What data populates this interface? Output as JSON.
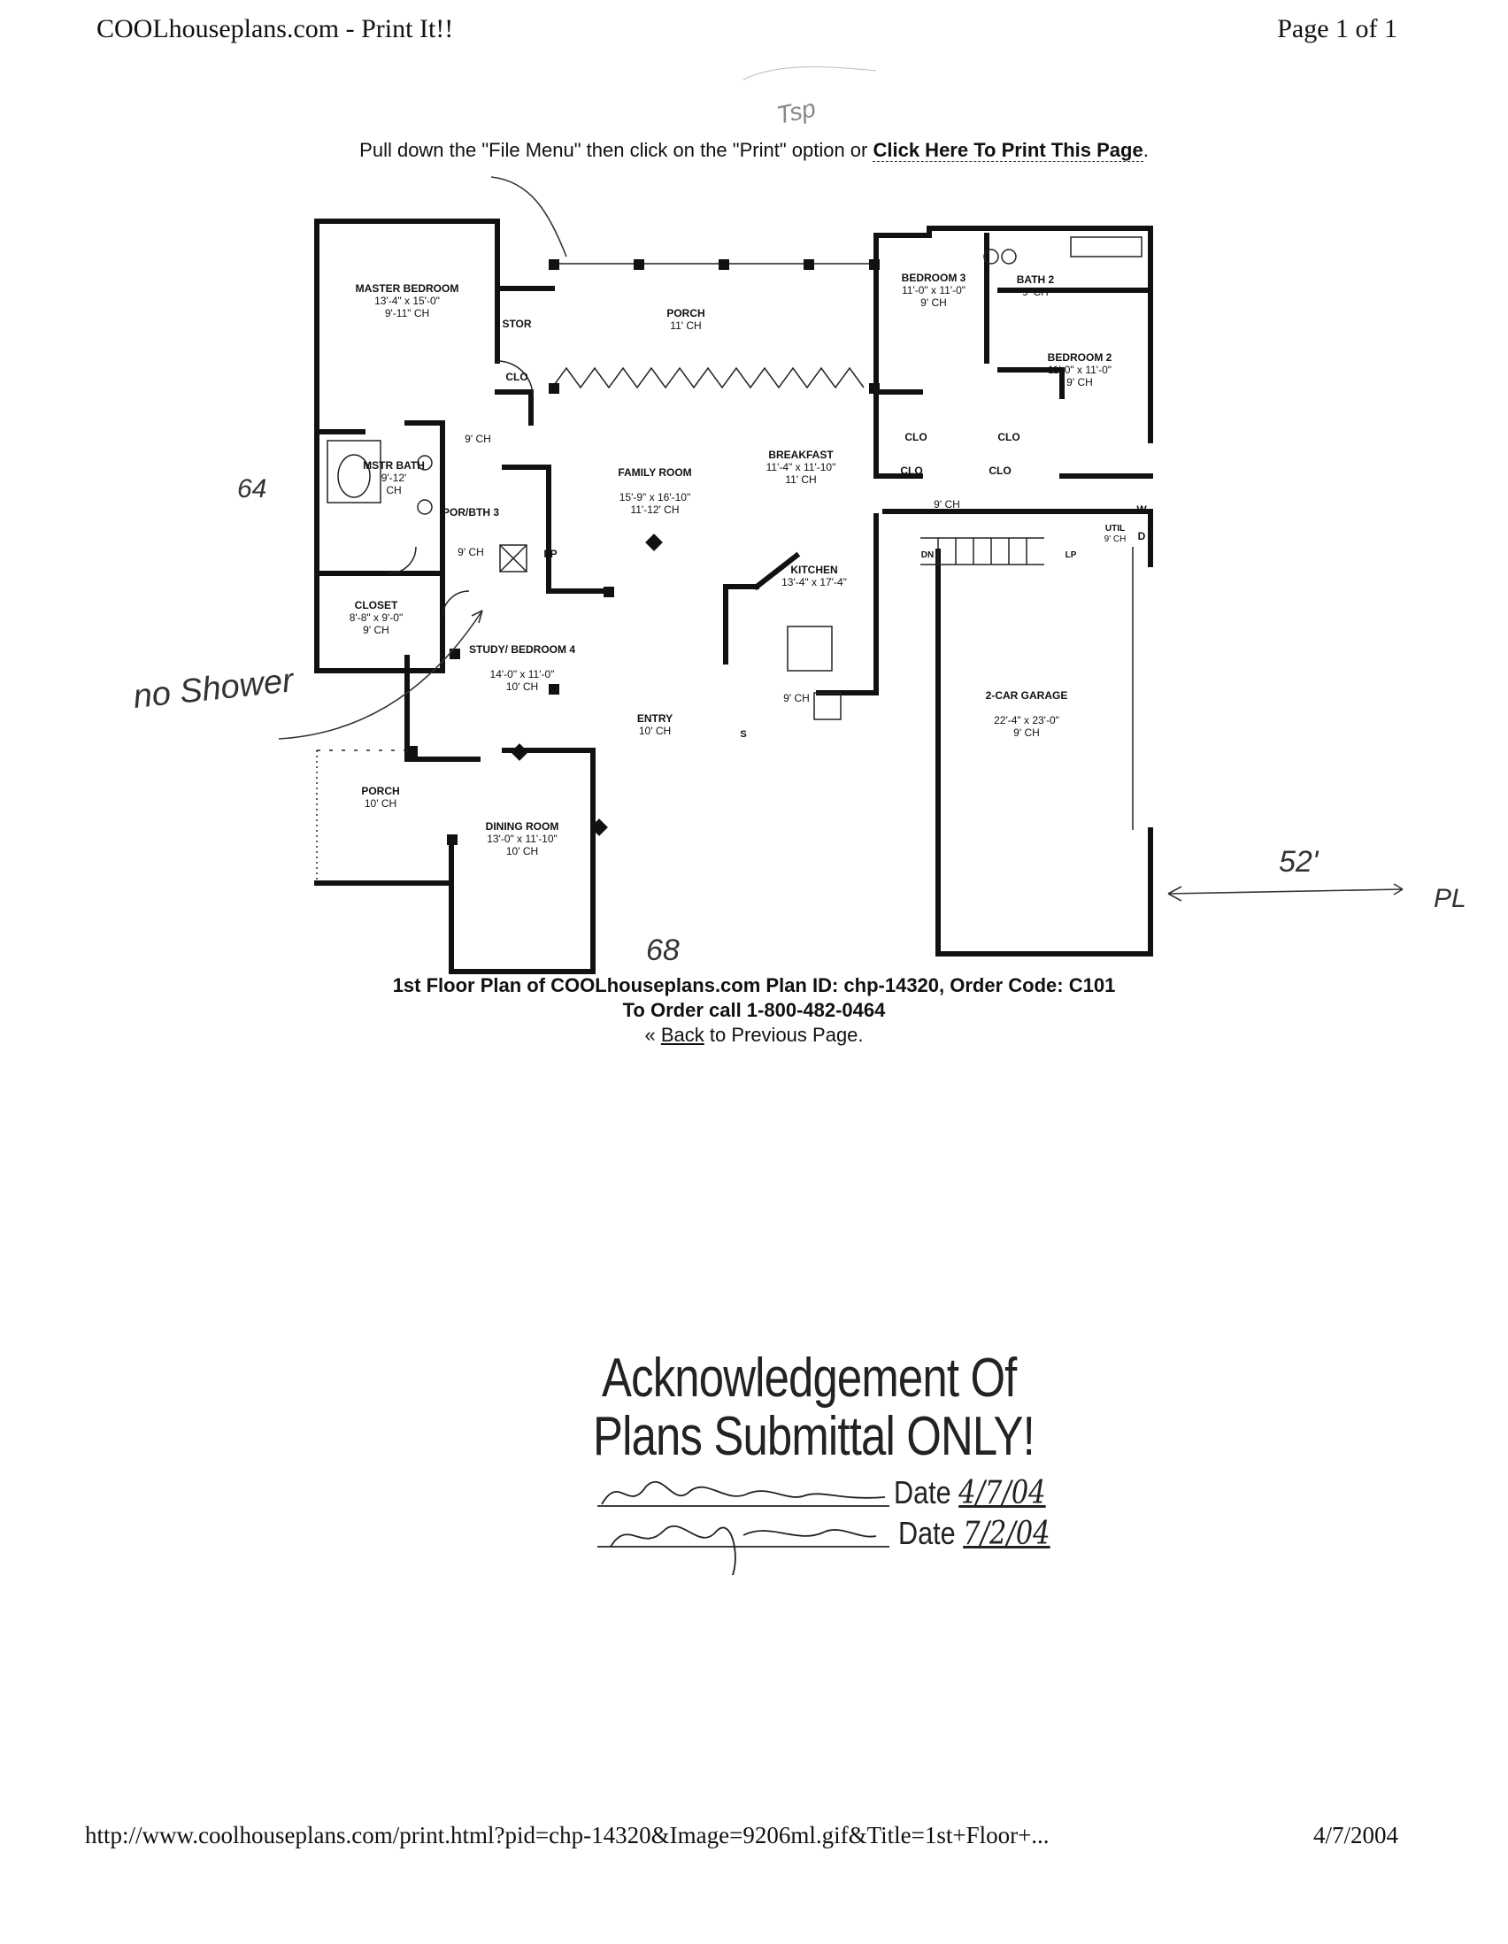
{
  "header": {
    "site_title": "COOLhouseplans.com - Print It!!",
    "page_indicator": "Page 1 of 1"
  },
  "instruction": {
    "prefix": "Pull down the \"File Menu\" then click on the \"Print\" option or ",
    "link_text": "Click Here To Print This Page",
    "suffix": "."
  },
  "floor_plan": {
    "rooms": [
      {
        "name": "MASTER BEDROOM",
        "size": "13'-4\" x 15'-0\"",
        "ceiling": "9'-11\" CH"
      },
      {
        "name": "STOR"
      },
      {
        "name": "PORCH",
        "ceiling": "11' CH"
      },
      {
        "name": "BEDROOM 3",
        "size": "11'-0\" x 11'-0\"",
        "ceiling": "9' CH"
      },
      {
        "name": "BATH 2",
        "ceiling": "9' CH"
      },
      {
        "name": "BEDROOM 2",
        "size": "11'-0\" x 11'-0\"",
        "ceiling": "9' CH"
      },
      {
        "name": "MSTR BATH",
        "size": "9'-12'",
        "ceiling": "CH"
      },
      {
        "name": "FAMILY ROOM",
        "size": "15'-9\" x 16'-10\"",
        "ceiling": "11'-12' CH"
      },
      {
        "name": "BREAKFAST",
        "size": "11'-4\" x 11'-10\"",
        "ceiling": "11' CH"
      },
      {
        "name": "POR/BTH 3",
        "ceiling": "9' CH"
      },
      {
        "name": "CLOSET",
        "size": "8'-8\" x 9'-0\"",
        "ceiling": "9' CH"
      },
      {
        "name": "STUDY/ BEDROOM 4",
        "size": "14'-0\" x 11'-0\"",
        "ceiling": "10' CH"
      },
      {
        "name": "KITCHEN",
        "size": "13'-4\" x 17'-4\"",
        "ceiling": "9' CH"
      },
      {
        "name": "2-CAR GARAGE",
        "size": "22'-4\" x 23'-0\"",
        "ceiling": "9' CH"
      },
      {
        "name": "ENTRY",
        "ceiling": "10' CH"
      },
      {
        "name": "PORCH",
        "ceiling": "10' CH"
      },
      {
        "name": "DINING ROOM",
        "size": "13'-0\" x 11'-10\"",
        "ceiling": "10' CH"
      },
      {
        "name": "UTIL",
        "ceiling": "9' CH"
      }
    ],
    "labels": {
      "clo": "CLO",
      "hall_ch": "9' CH",
      "hall_ch2": "9' CH",
      "fp": "FP",
      "dn": "DN",
      "lp": "LP",
      "w": "W",
      "d": "D",
      "s": "S"
    }
  },
  "annotations": {
    "top_note": "Tsp",
    "left_dim": "64",
    "bottom_dim": "68",
    "right_dim": "52'",
    "right_label": "PL",
    "no_shower": "no Shower"
  },
  "caption": {
    "line1": "1st Floor Plan of COOLhouseplans.com Plan ID: chp-14320, Order Code: C101",
    "line2": "To Order call 1-800-482-0464",
    "back_prefix": "« ",
    "back_link": "Back",
    "back_suffix": " to Previous Page."
  },
  "stamp": {
    "line1": "Acknowledgement Of",
    "line2": "Plans Submittal ONLY!",
    "date_label_1": "Date",
    "date_value_1": "4/7/04",
    "date_label_2": "Date",
    "date_value_2": "7/2/04",
    "signature_1": "William O. Johnson",
    "signature_2": "Alisha J. Clark"
  },
  "footer": {
    "url": "http://www.coolhouseplans.com/print.html?pid=chp-14320&Image=9206ml.gif&Title=1st+Floor+...",
    "date": "4/7/2004"
  }
}
